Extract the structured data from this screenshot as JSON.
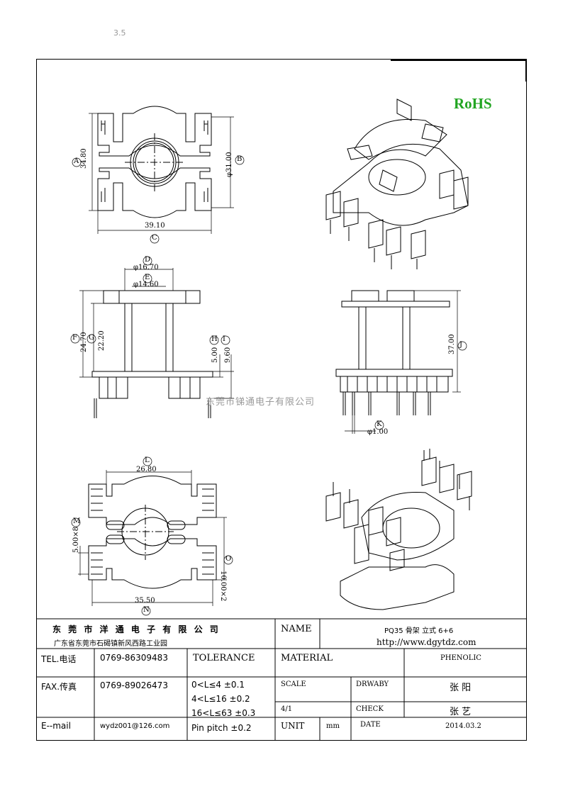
{
  "corner_mark": "3.5",
  "logo": {
    "rohs": "RoHS"
  },
  "watermark": "东莞市锑通电子有限公司",
  "dimensions": {
    "a_label": "A",
    "a_value": "34.80",
    "b_label": "B",
    "b_value": "φ31.00",
    "c_label": "C",
    "c_value": "39.10",
    "d_label": "D",
    "d_value": "φ16.70",
    "e_label": "E",
    "e_value": "φ14.60",
    "f_label": "F",
    "f_value": "24.70",
    "g_label": "G",
    "g_value": "22.20",
    "h_label": "H",
    "h_value": "5.00",
    "i_label": "I",
    "i_value": "9.60",
    "j_label": "J",
    "j_value": "37.00",
    "k_label": "K",
    "k_value": "φ1.00",
    "l_label": "L",
    "l_value": "26.80",
    "m_label": "M",
    "m_value": "5.00×8",
    "n_label": "N",
    "n_value": "35.50",
    "o_label": "O",
    "o_value": "10.00×2"
  },
  "title_block": {
    "company_name": "东 莞 市 洋 通 电 子 有 限 公 司",
    "company_address": "广东省东莞市石碣镇新风西路工业园",
    "name_label": "NAME",
    "name_value": "PQ35 骨架 立式 6+6",
    "website": "http://www.dgytdz.com",
    "tel_label": "TEL.电话",
    "tel_value": "0769-86309483",
    "fax_label": "FAX.传真",
    "fax_value": "0769-89026473",
    "email_label": "E--mail",
    "email_value": "wydz001@126.com",
    "tolerance_label": "TOLERANCE",
    "tolerance_lines": [
      "0<L≤4   ±0.1",
      "4<L≤16  ±0.2",
      "16<L≤63  ±0.3",
      "Pin pitch ±0.2"
    ],
    "material_label": "MATERIAL",
    "material_value": "PHENOLIC",
    "scale_label": "SCALE",
    "scale_value": "4/1",
    "drawby_label": "DRWABY",
    "drawby_value": "张  阳",
    "check_label": "CHECK",
    "check_value": "张  艺",
    "unit_label": "UNIT",
    "unit_value": "mm",
    "date_label": "DATE",
    "date_value": "2014.03.2"
  }
}
